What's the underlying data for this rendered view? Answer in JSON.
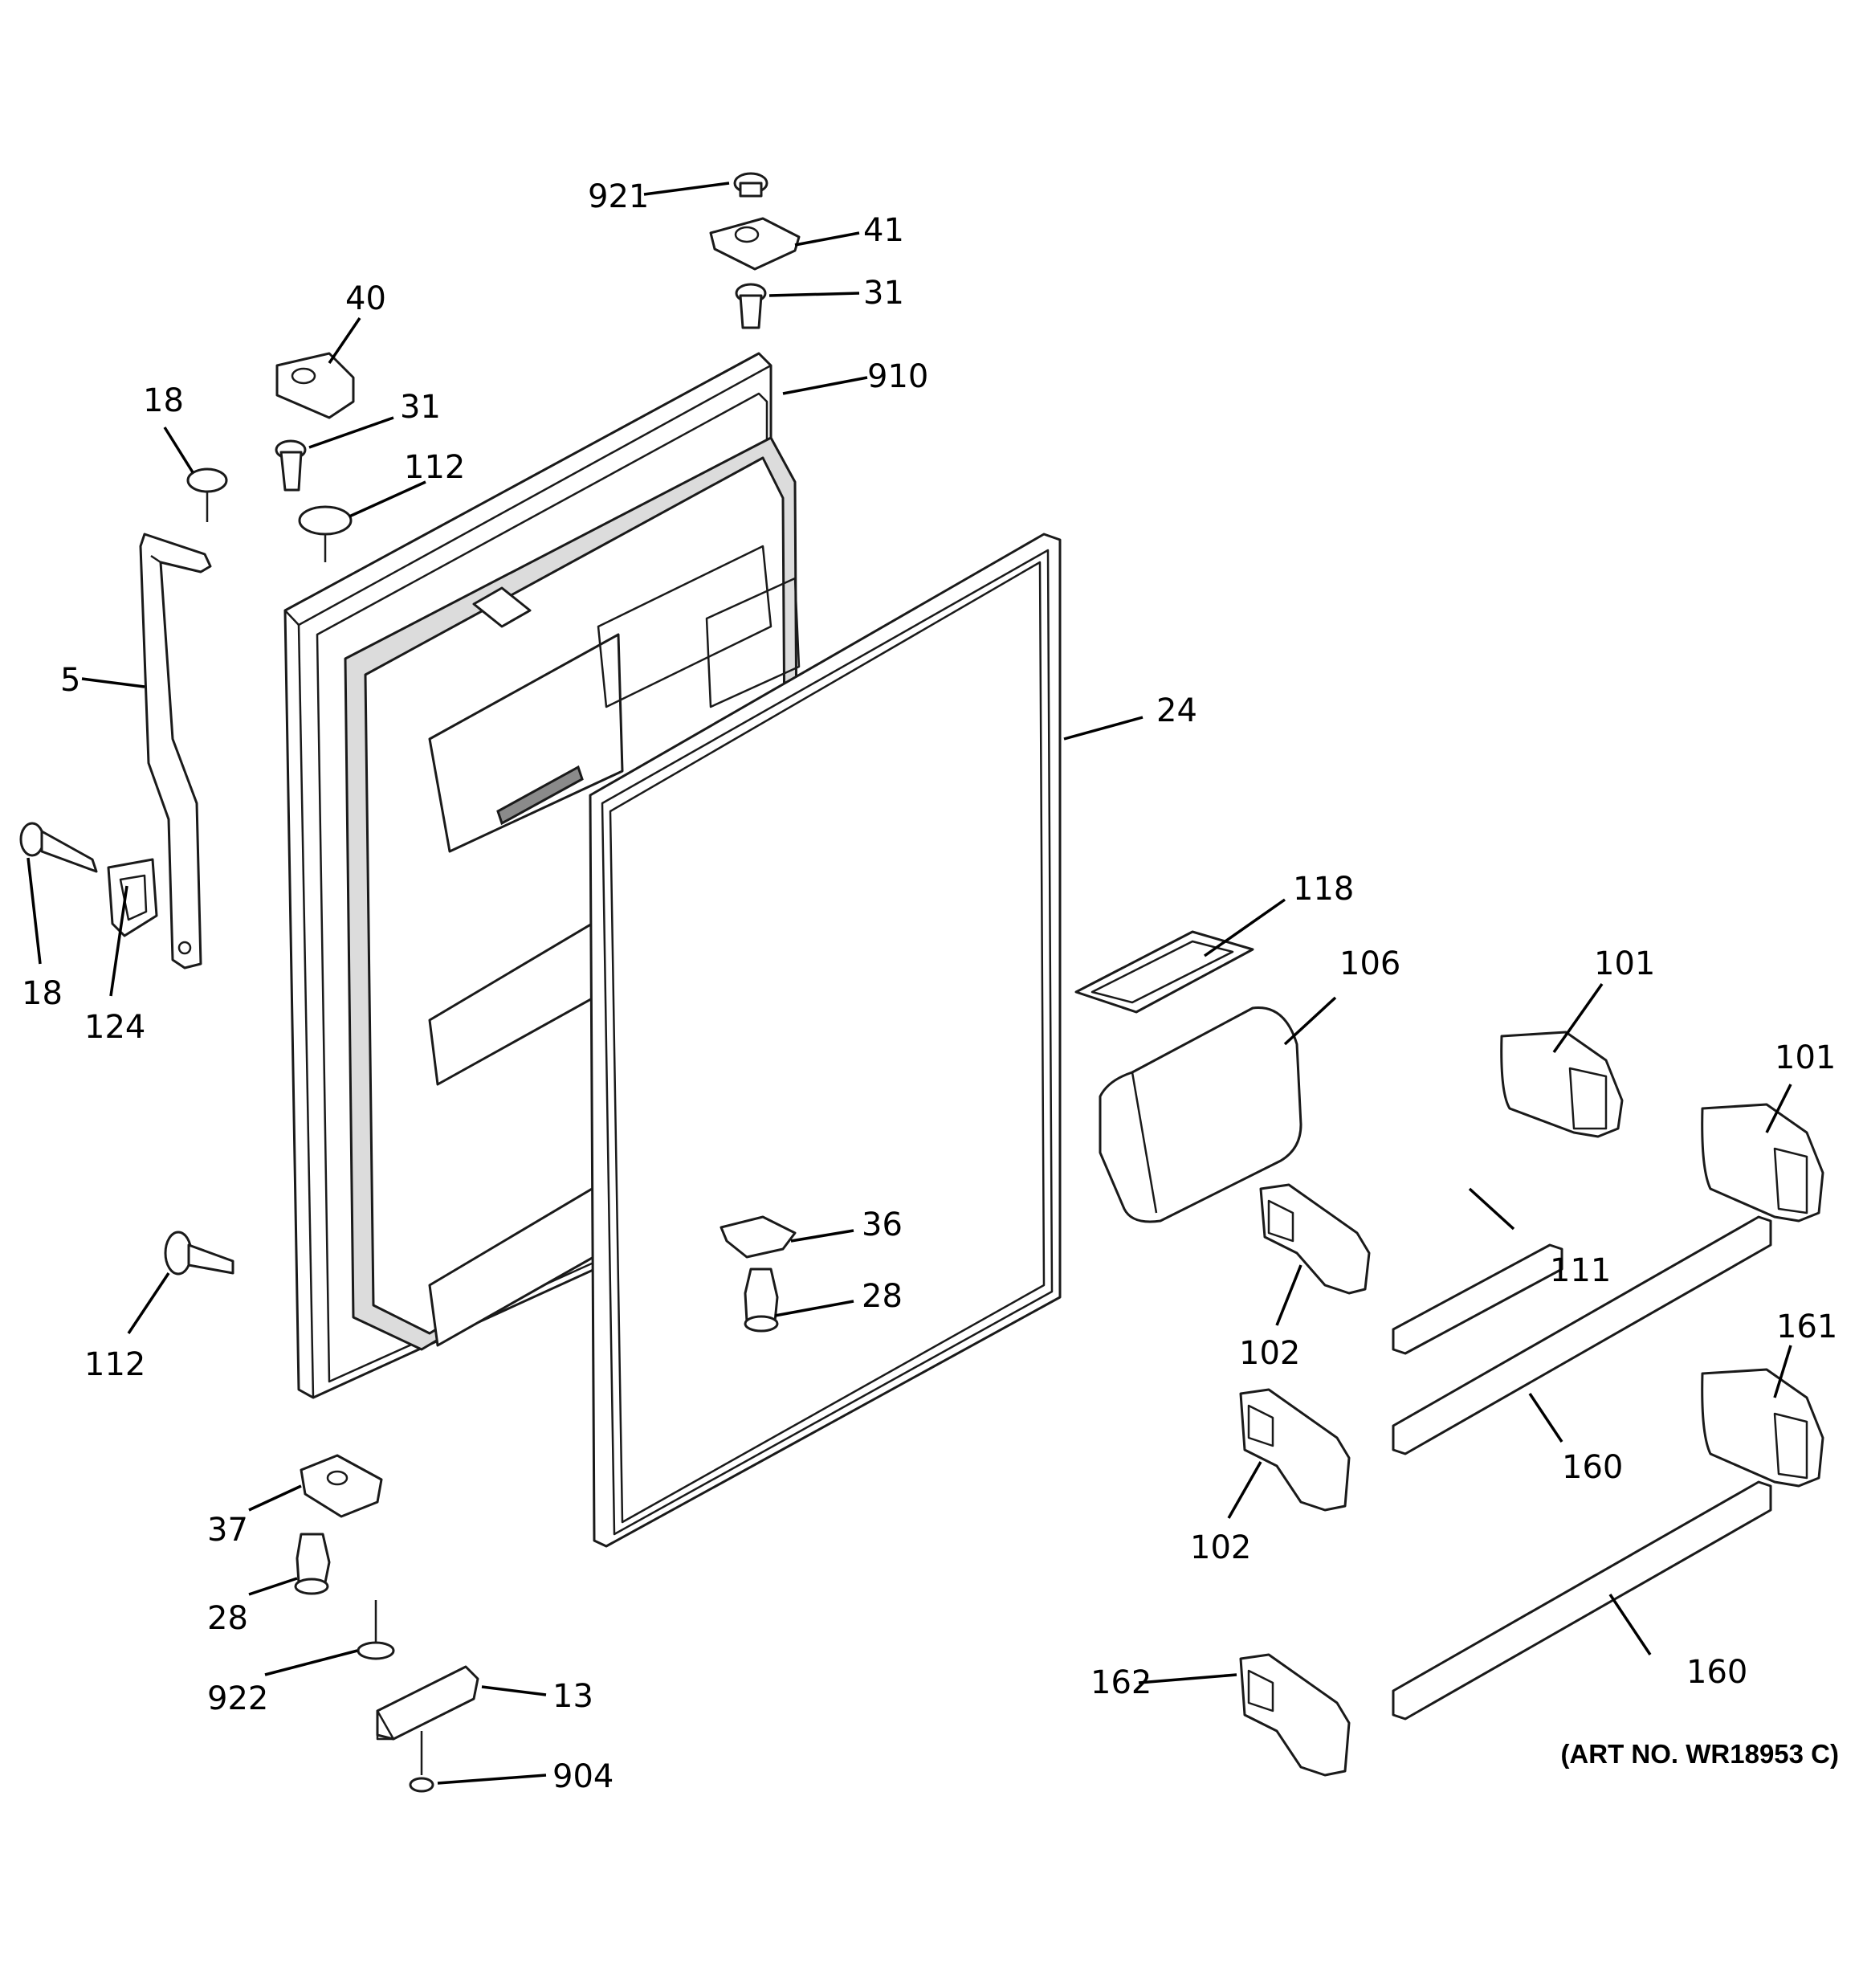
{
  "art_number": "(ART NO. WR18953 C)",
  "callouts": {
    "c921": "921",
    "c41": "41",
    "c31_top": "31",
    "c910": "910",
    "c40": "40",
    "c31_left": "31",
    "c18_top": "18",
    "c112_top": "112",
    "c5": "5",
    "c24": "24",
    "c18_bottom": "18",
    "c124": "124",
    "c118": "118",
    "c106": "106",
    "c101_a": "101",
    "c101_b": "101",
    "c111": "111",
    "c36": "36",
    "c28_mid": "28",
    "c112_left": "112",
    "c102_a": "102",
    "c161": "161",
    "c160_a": "160",
    "c102_b": "102",
    "c37": "37",
    "c28_bottom": "28",
    "c922": "922",
    "c13": "13",
    "c162": "162",
    "c160_b": "160",
    "c904": "904"
  }
}
